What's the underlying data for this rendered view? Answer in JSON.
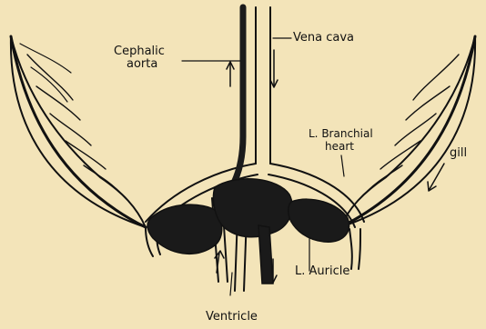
{
  "labels": {
    "cephalic_aorta": "Cephalic",
    "cephalic_aorta_2": "aorta",
    "vena_cava": "Vena cava",
    "branchial_heart": "L. Branchial",
    "branchial_heart_2": "heart",
    "gill": "gill",
    "auricle": "L. Auricle",
    "ventricle": "Ventricle"
  },
  "colors": {
    "paper": "#f3e4b9",
    "ink": "#111111"
  }
}
